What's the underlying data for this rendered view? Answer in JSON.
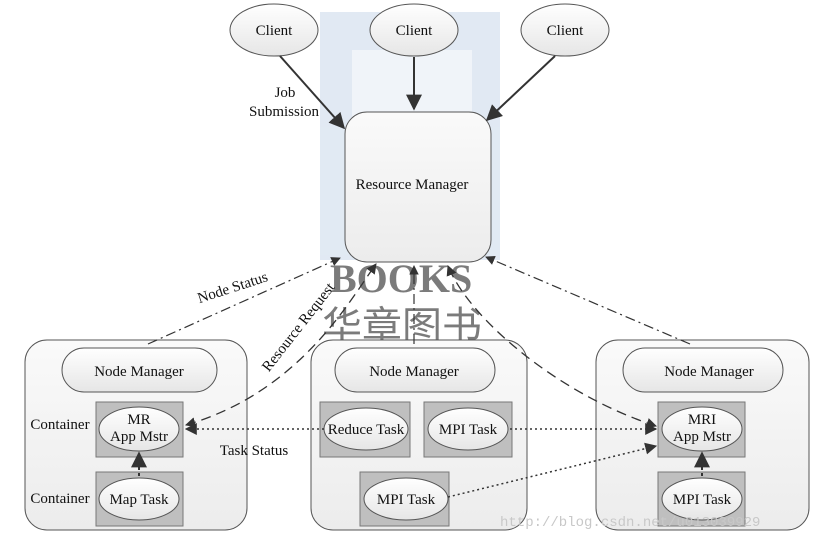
{
  "clients": [
    "Client",
    "Client",
    "Client"
  ],
  "resource_manager": "Resource Manager",
  "edge_labels": {
    "job_submission_1": "Job",
    "job_submission_2": "Submission",
    "node_status": "Node Status",
    "resource_request": "Resource Request",
    "task_status": "Task Status"
  },
  "nodes": {
    "left": {
      "manager": "Node Manager",
      "container_labels": [
        "Container",
        "Container"
      ],
      "app_master_1": "MR",
      "app_master_2": "App Mstr",
      "task": "Map Task"
    },
    "middle": {
      "manager": "Node Manager",
      "tasks": [
        "Reduce Task",
        "MPI Task",
        "MPI Task"
      ]
    },
    "right": {
      "manager": "Node Manager",
      "app_master_1": "MRI",
      "app_master_2": "App Mstr",
      "task": "MPI Task"
    }
  },
  "watermark": {
    "url": "http://blog.csdn.net/u013039929",
    "logo_text": "BOOKS",
    "logo_cn": "华章图书"
  },
  "colors": {
    "box_fill": "#f2f2f2",
    "inner_gray": "#bfbfbf",
    "stroke": "#555555",
    "watermark_blue": "#c9d8ea"
  }
}
